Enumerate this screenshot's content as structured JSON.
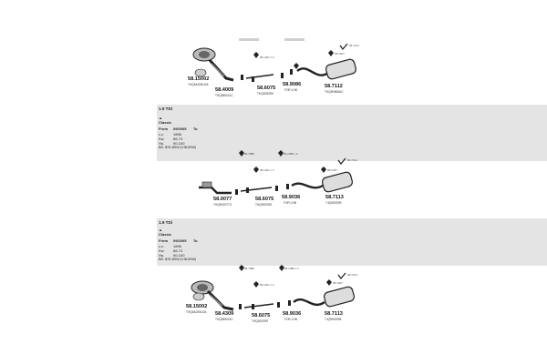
{
  "sections": [
    {
      "parts": [
        {
          "pn": "58.15002",
          "sub": "THQ5A2S5U0A"
        },
        {
          "pn": "58.4009",
          "sub": "THQ555001C"
        },
        {
          "pn": "58.6075",
          "sub": "THQ5S5S99"
        },
        {
          "pn": "58.9086",
          "sub": "FOR LHB"
        },
        {
          "pn": "58.7112",
          "sub": "THQ5H863AC"
        }
      ],
      "small": [
        "99.1327 x 2",
        "99.7114",
        "99.1327"
      ]
    },
    {
      "band": {
        "engine": "1.9 TDi",
        "type": "Classic",
        "from_label": "From",
        "from_value": "09/2005",
        "to_label": "To",
        "cc_label": "c.c.",
        "cc_value": "1896",
        "kw_label": "Kw.",
        "kw_value": "66-74",
        "hp_label": "Hp.",
        "hp_value": "90-100",
        "note": "Bm: BXE,BSW (LHB-BSW)"
      },
      "parts": [
        {
          "pn": "58.0077",
          "sub": "THQ5H0077X"
        },
        {
          "pn": "58.6075",
          "sub": "THQ5S2S99"
        },
        {
          "pn": "58.9036",
          "sub": "FOR LHB"
        },
        {
          "pn": "58.7113",
          "sub": "TJQ5S5S99"
        }
      ],
      "small": [
        "99.7085",
        "99.1327 x 2",
        "99.1085 x 2",
        "99.7114",
        "99.1327"
      ]
    },
    {
      "band": {
        "engine": "1.9 TDi",
        "type": "Classic",
        "from_label": "From",
        "from_value": "09/2005",
        "to_label": "To",
        "cc_label": "c.c.",
        "cc_value": "1896",
        "kw_label": "Kw.",
        "kw_value": "66-74",
        "hp_label": "Hp.",
        "hp_value": "90-100",
        "note": "Bm: BXE,BSW (LHB-BSW)"
      },
      "parts": [
        {
          "pn": "58.15002",
          "sub": "THQ5A2S5U0A"
        },
        {
          "pn": "58.4309",
          "sub": "THQ555001C"
        },
        {
          "pn": "58.6075",
          "sub": "THQ5S2S99"
        },
        {
          "pn": "58.9036",
          "sub": "FOR LHB"
        },
        {
          "pn": "58.7113",
          "sub": "TJQ5S5S99L"
        }
      ],
      "small": [
        "99.7085",
        "99.1085 x 2",
        "99.1327 x 2",
        "99.7114",
        "99.1327"
      ]
    }
  ]
}
